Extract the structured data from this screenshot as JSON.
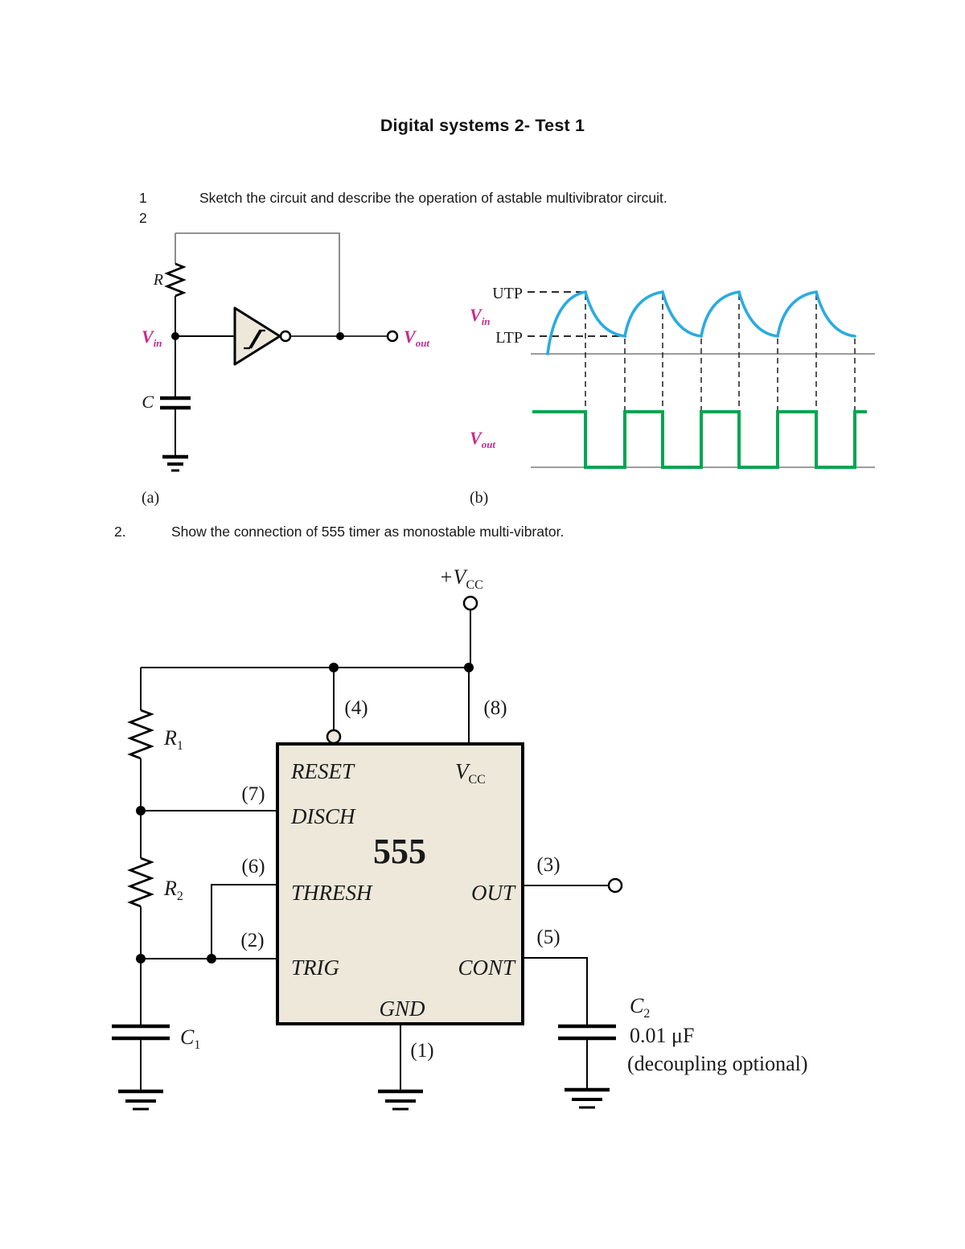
{
  "page": {
    "title": "Digital systems 2- Test 1"
  },
  "q1": {
    "num1": "1",
    "num2": "2",
    "text": "Sketch the circuit and describe the operation of astable multivibrator circuit."
  },
  "q2": {
    "num": "2.",
    "text": "Show the connection of 555 timer as monostable multi-vibrator."
  },
  "fig_a": {
    "caption": "(a)",
    "r": "R",
    "c": "C",
    "vin_base": "V",
    "vin_sub": "in",
    "vout_base": "V",
    "vout_sub": "out"
  },
  "fig_b": {
    "caption": "(b)",
    "utp": "UTP",
    "ltp": "LTP",
    "vin_base": "V",
    "vin_sub": "in",
    "vout_base": "V",
    "vout_sub": "out"
  },
  "timer": {
    "supply_base": "+V",
    "supply_sub": "CC",
    "chip_name": "555",
    "reset": "RESET",
    "vcc_base": "V",
    "vcc_sub": "CC",
    "disch": "DISCH",
    "thresh": "THRESH",
    "trig": "TRIG",
    "out": "OUT",
    "cont": "CONT",
    "gnd": "GND",
    "pin1": "(1)",
    "pin2": "(2)",
    "pin3": "(3)",
    "pin4": "(4)",
    "pin5": "(5)",
    "pin6": "(6)",
    "pin7": "(7)",
    "pin8": "(8)",
    "r1_base": "R",
    "r1_sub": "1",
    "r2_base": "R",
    "r2_sub": "2",
    "c1_base": "C",
    "c1_sub": "1",
    "c2_base": "C",
    "c2_sub": "2",
    "c2_value": "0.01 μF",
    "c2_note": "(decoupling optional)"
  },
  "colors": {
    "label_magenta": "#c62b8d",
    "waveform_blue": "#29abe2",
    "waveform_green": "#00a651",
    "chip_fill": "#ede8da"
  }
}
